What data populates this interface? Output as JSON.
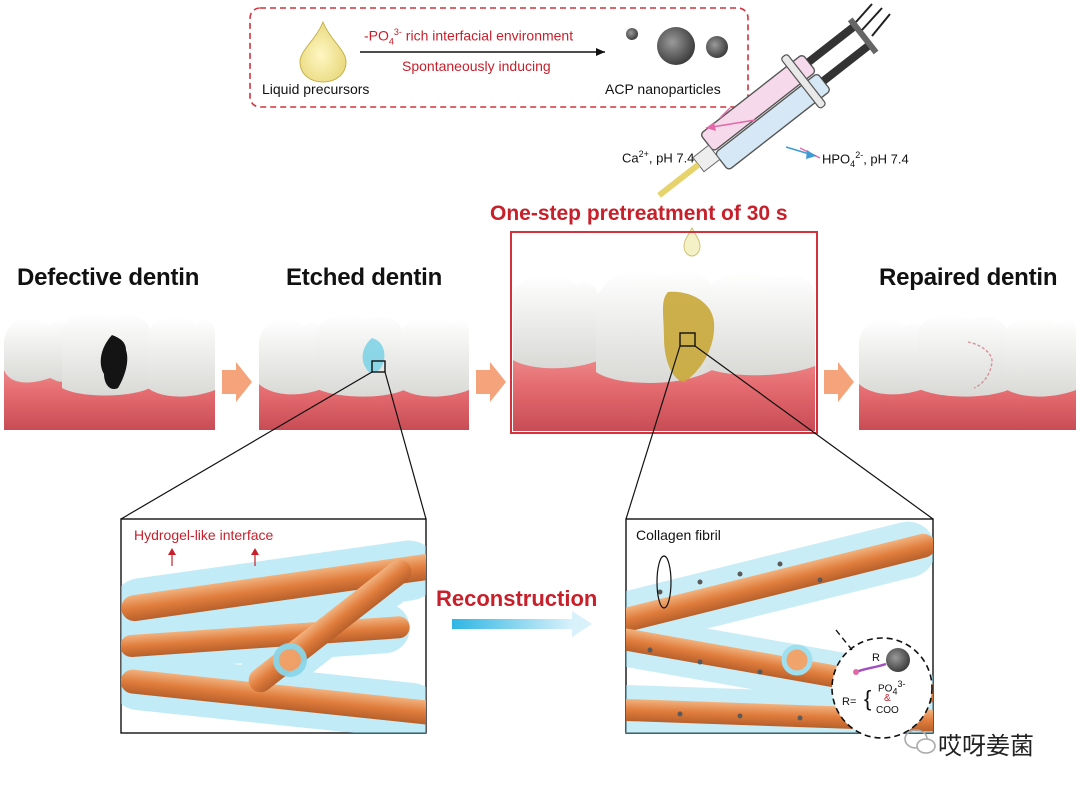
{
  "precursor_box": {
    "left_label": "Liquid precursors",
    "right_label": "ACP nanoparticles",
    "arrow_top_prefix": "-PO",
    "arrow_top_sub": "4",
    "arrow_top_sup": "3-",
    "arrow_top_suffix": " rich interfacial environment",
    "arrow_bottom": "Spontaneously inducing"
  },
  "syringe": {
    "left_label_base": "Ca",
    "left_label_sup": "2+",
    "left_label_rest": ", pH 7.4",
    "right_label_base": "HPO",
    "right_label_sub": "4",
    "right_label_sup": "2-",
    "right_label_rest": ", pH 7.4"
  },
  "stages": {
    "defective": "Defective dentin",
    "etched": "Etched dentin",
    "pretreatment": "One-step pretreatment of 30 s",
    "repaired": "Repaired dentin"
  },
  "zoom_left": {
    "label": "Hydrogel-like interface"
  },
  "reconstruction": "Reconstruction",
  "zoom_right": {
    "label": "Collagen fibril",
    "r_label": "R",
    "r_eq": "R=",
    "po4_base": "PO",
    "po4_sub": "4",
    "po4_sup": "3-",
    "amp": "&",
    "coo": "COO"
  },
  "watermark": "哎呀姜菌",
  "colors": {
    "accent_red": "#c8202b",
    "gum": "#e9777a",
    "tooth": "#f1f1ef",
    "collagen": "#e48a4c",
    "hydrogel": "#8fdcf0",
    "arrow_orange": "#f4a37a"
  }
}
